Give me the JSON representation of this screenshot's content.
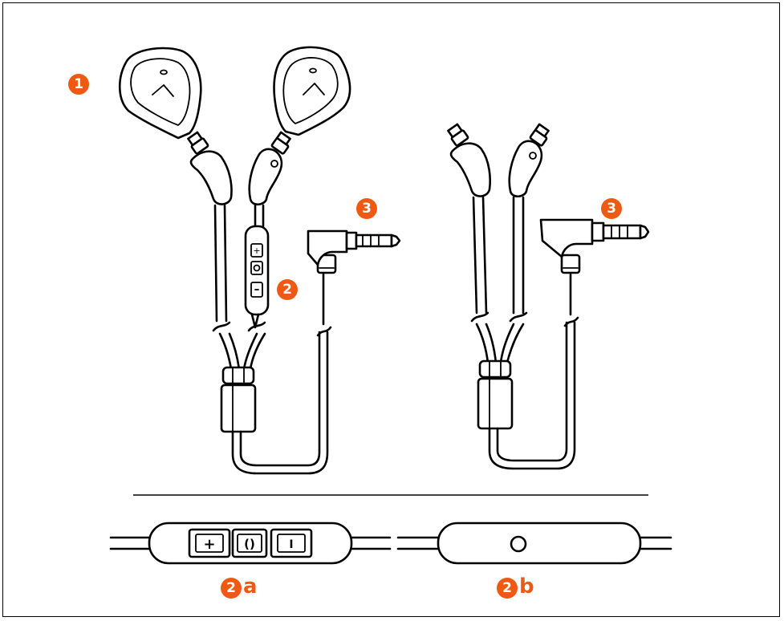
{
  "colors": {
    "accent": "#EE5A14",
    "ink": "#000000",
    "background": "#FFFFFF"
  },
  "callouts": {
    "earphones": "1",
    "remote": "2",
    "plug_left": "3",
    "plug_right": "3",
    "detail_a_number": "2",
    "detail_a_letter": "a",
    "detail_b_number": "2",
    "detail_b_letter": "b"
  },
  "remote_buttons": {
    "plus": "+",
    "play": "()",
    "minus": "I"
  },
  "icons": [
    "left-earpiece-icon",
    "right-earpiece-icon",
    "mmcx-connector-icon",
    "inline-remote-icon",
    "angled-audio-plug-icon",
    "y-splitter-icon",
    "microphone-hole-icon"
  ]
}
